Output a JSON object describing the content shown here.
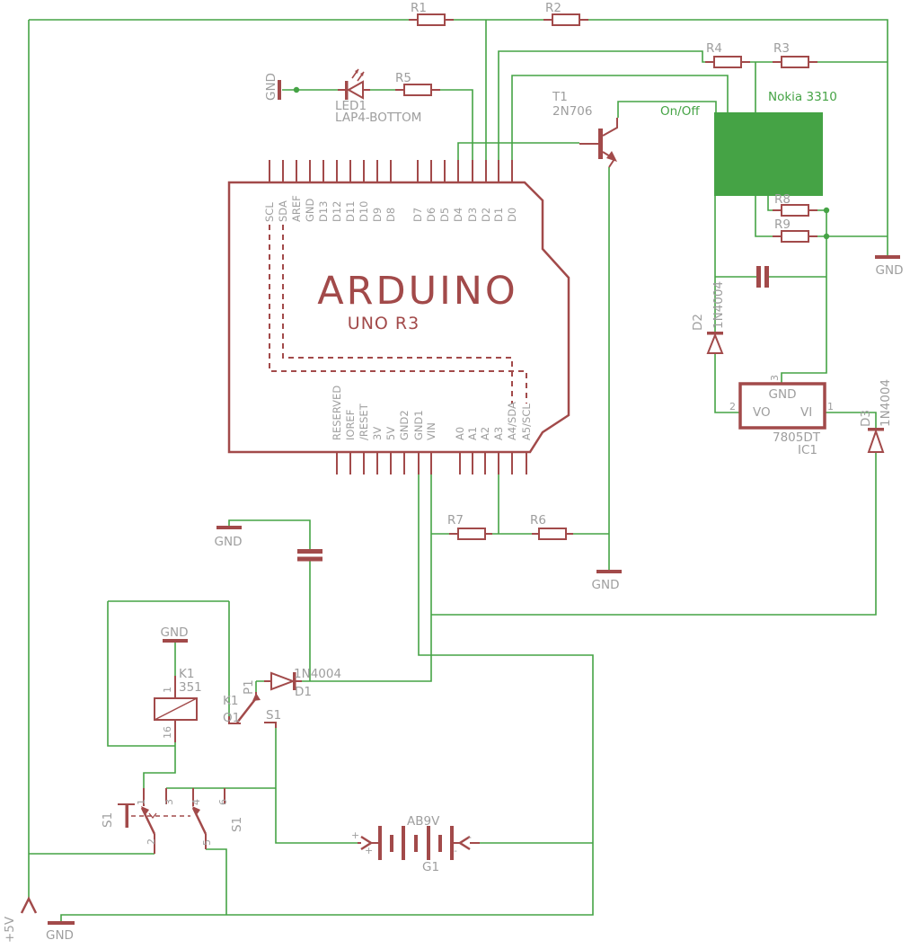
{
  "colors": {
    "wire_green": "#45a345",
    "component_red": "#a24a4a",
    "label_gray": "#9e9e9e",
    "nokia_fill": "#45a345",
    "background": "#ffffff"
  },
  "labels": {
    "r1": "R1",
    "r2": "R2",
    "r3": "R3",
    "r4": "R4",
    "r5": "R5",
    "r6": "R6",
    "r7": "R7",
    "r8": "R8",
    "r9": "R9",
    "gnd": "GND",
    "plus5v": "+5V",
    "led_name": "LED1",
    "led_value": "LAP4-BOTTOM",
    "t_name": "T1",
    "t_value": "2N706",
    "on_off": "On/Off",
    "nokia": "Nokia 3310",
    "d1": "D1",
    "d2": "D2",
    "d3": "D3",
    "diode_value": "1N4004",
    "reg_value": "7805DT",
    "reg_name": "IC1",
    "reg_vo": "VO",
    "reg_vi": "VI",
    "reg_gnd": "GND",
    "pin1": "1",
    "pin2": "2",
    "pin3": "3",
    "pin4": "4",
    "pin5": "5",
    "pin6": "6",
    "pin16": "16",
    "relay_name": "K1",
    "relay_value": "351",
    "contact_name": "K1",
    "contact_pin": "P1",
    "contact_o1": "O1",
    "contact_s1": "S1",
    "sw_name": "S1",
    "bat_value": "AB9V",
    "bat_name": "G1",
    "plus": "+",
    "minus": "-"
  },
  "arduino": {
    "title": "ARDUINO",
    "subtitle": "UNO R3",
    "top_pins": [
      "SCL",
      "SDA",
      "AREF",
      "GND",
      "D13",
      "D12",
      "D11",
      "D10",
      "D9",
      "D8",
      "D7",
      "D6",
      "D5",
      "D4",
      "D3",
      "D2",
      "D1",
      "D0"
    ],
    "bottom_pins": [
      "RESERVED",
      "IOREF",
      "/RESET",
      "3V",
      "5V",
      "GND2",
      "GND1",
      "VIN",
      "A0",
      "A1",
      "A2",
      "A3",
      "A4/SDA",
      "A5/SCL"
    ]
  }
}
